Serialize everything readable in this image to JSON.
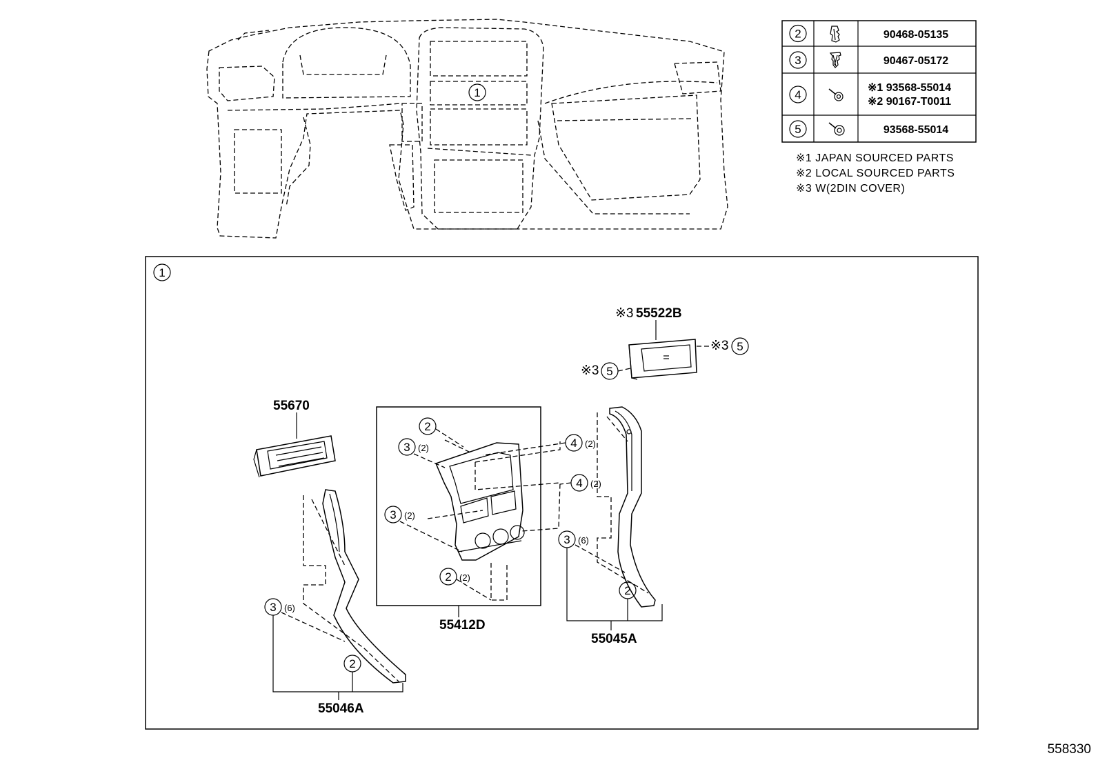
{
  "legend": {
    "rows": [
      {
        "callout": "2",
        "icon": "clip-icon",
        "codes": [
          "90468-05135"
        ]
      },
      {
        "callout": "3",
        "icon": "clip-icon",
        "codes": [
          "90467-05172"
        ]
      },
      {
        "callout": "4",
        "icon": "screw-icon",
        "codes": [
          "※1 93568-55014",
          "※2 90167-T0011"
        ]
      },
      {
        "callout": "5",
        "icon": "screw-icon",
        "codes": [
          "93568-55014"
        ]
      }
    ],
    "notes": [
      "※1 JAPAN SOURCED PARTS",
      "※2 LOCAL SOURCED PARTS",
      "※3 W(2DIN COVER)"
    ]
  },
  "overview": {
    "callout": "1"
  },
  "detail": {
    "callout": "1"
  },
  "parts": {
    "p55522b": {
      "prefix": "※3",
      "number": "55522B"
    },
    "p55670": {
      "number": "55670"
    },
    "p55412d": {
      "number": "55412D"
    },
    "p55045a": {
      "number": "55045A"
    },
    "p55046a": {
      "number": "55046A"
    }
  },
  "callouts": {
    "c5_right": {
      "prefix": "※3",
      "num": "5"
    },
    "c5_left": {
      "prefix": "※3",
      "num": "5"
    },
    "c2_top": {
      "num": "2"
    },
    "c3_top": {
      "num": "3",
      "qty": "(2)"
    },
    "c4_upper": {
      "num": "4",
      "qty": "(2)"
    },
    "c4_lower": {
      "num": "4",
      "qty": "(2)"
    },
    "c3_mid": {
      "num": "3",
      "qty": "(2)"
    },
    "c2_bottom": {
      "num": "2",
      "qty": "(2)"
    },
    "c3_right": {
      "num": "3",
      "qty": "(6)"
    },
    "c2_right": {
      "num": "2"
    },
    "c3_left": {
      "num": "3",
      "qty": "(6)"
    },
    "c2_left": {
      "num": "2"
    }
  },
  "footer": {
    "ref": "558330"
  }
}
